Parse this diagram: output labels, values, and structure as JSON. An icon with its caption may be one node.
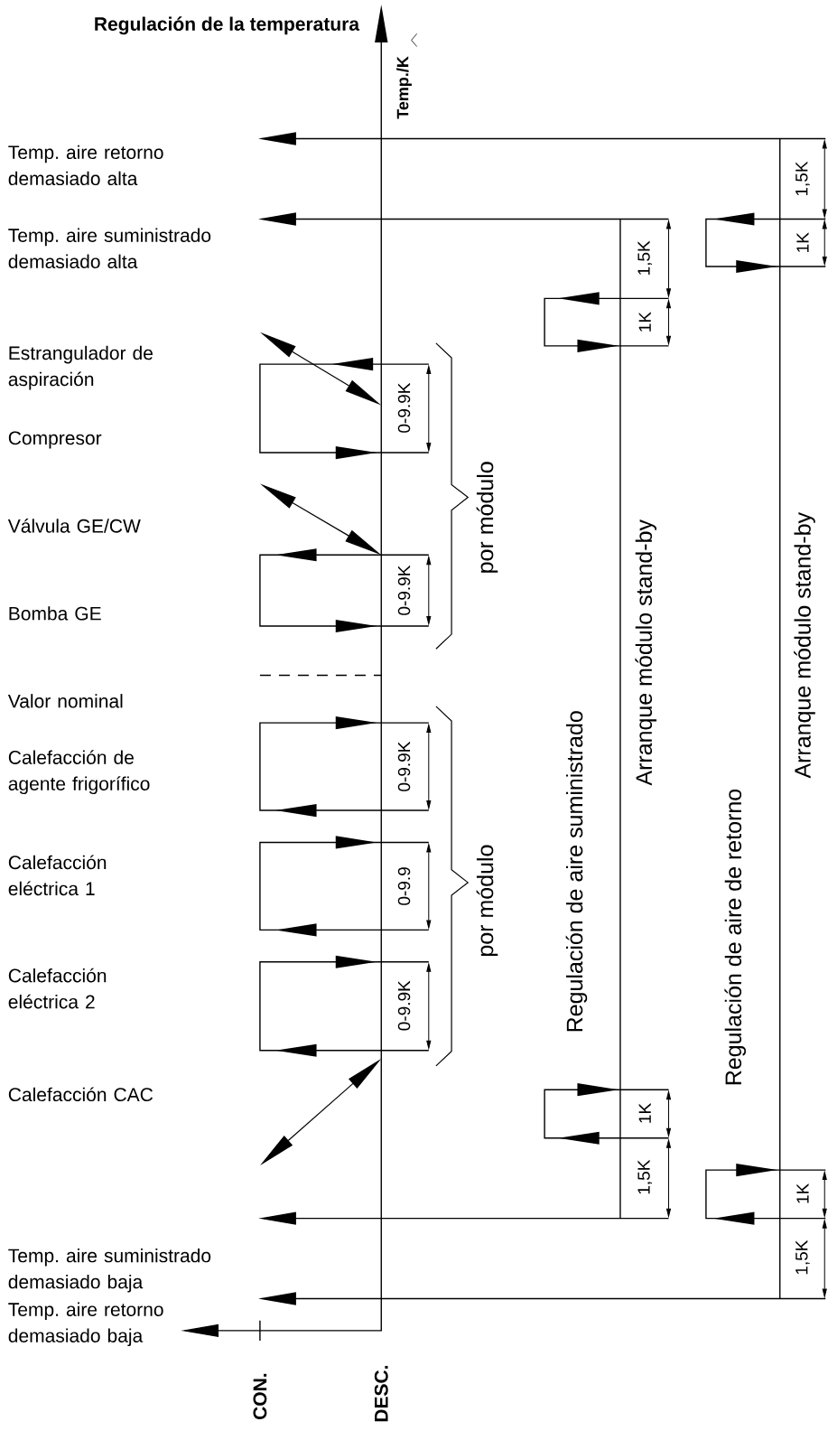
{
  "diagram": {
    "title": "Regulación de la temperatura",
    "labels": [
      "Temp./K",
      "Temp. aire retorno demasiado alta",
      "Temp. aire suministrado demasiado alta",
      "Estrangulador de aspiración",
      "Compresor",
      "Válvula GE/CW",
      "Bomba GE",
      "Valor nominal",
      "Calefacción de agente frigorífico",
      "Calefacción eléctrica 1",
      "Calefacción eléctrica 2",
      "Calefacción CAC",
      "Temp. aire suministrado demasiado baja",
      "Temp. aire retorno demasiado baja",
      "1,5K",
      "1K",
      "1,5K",
      "1K",
      "0-9.9K",
      "0-9.9K",
      "0-9.9K",
      "0-9.9",
      "0-9.9K",
      "1K",
      "1,5K",
      "1K",
      "1,5K",
      "por módulo",
      "por módulo",
      "Regulación de aire suministrado",
      "Arranque módulo stand-by",
      "Regulación de aire de retorno",
      "Arranque módulo stand-by",
      "CON.",
      "DESC."
    ]
  }
}
